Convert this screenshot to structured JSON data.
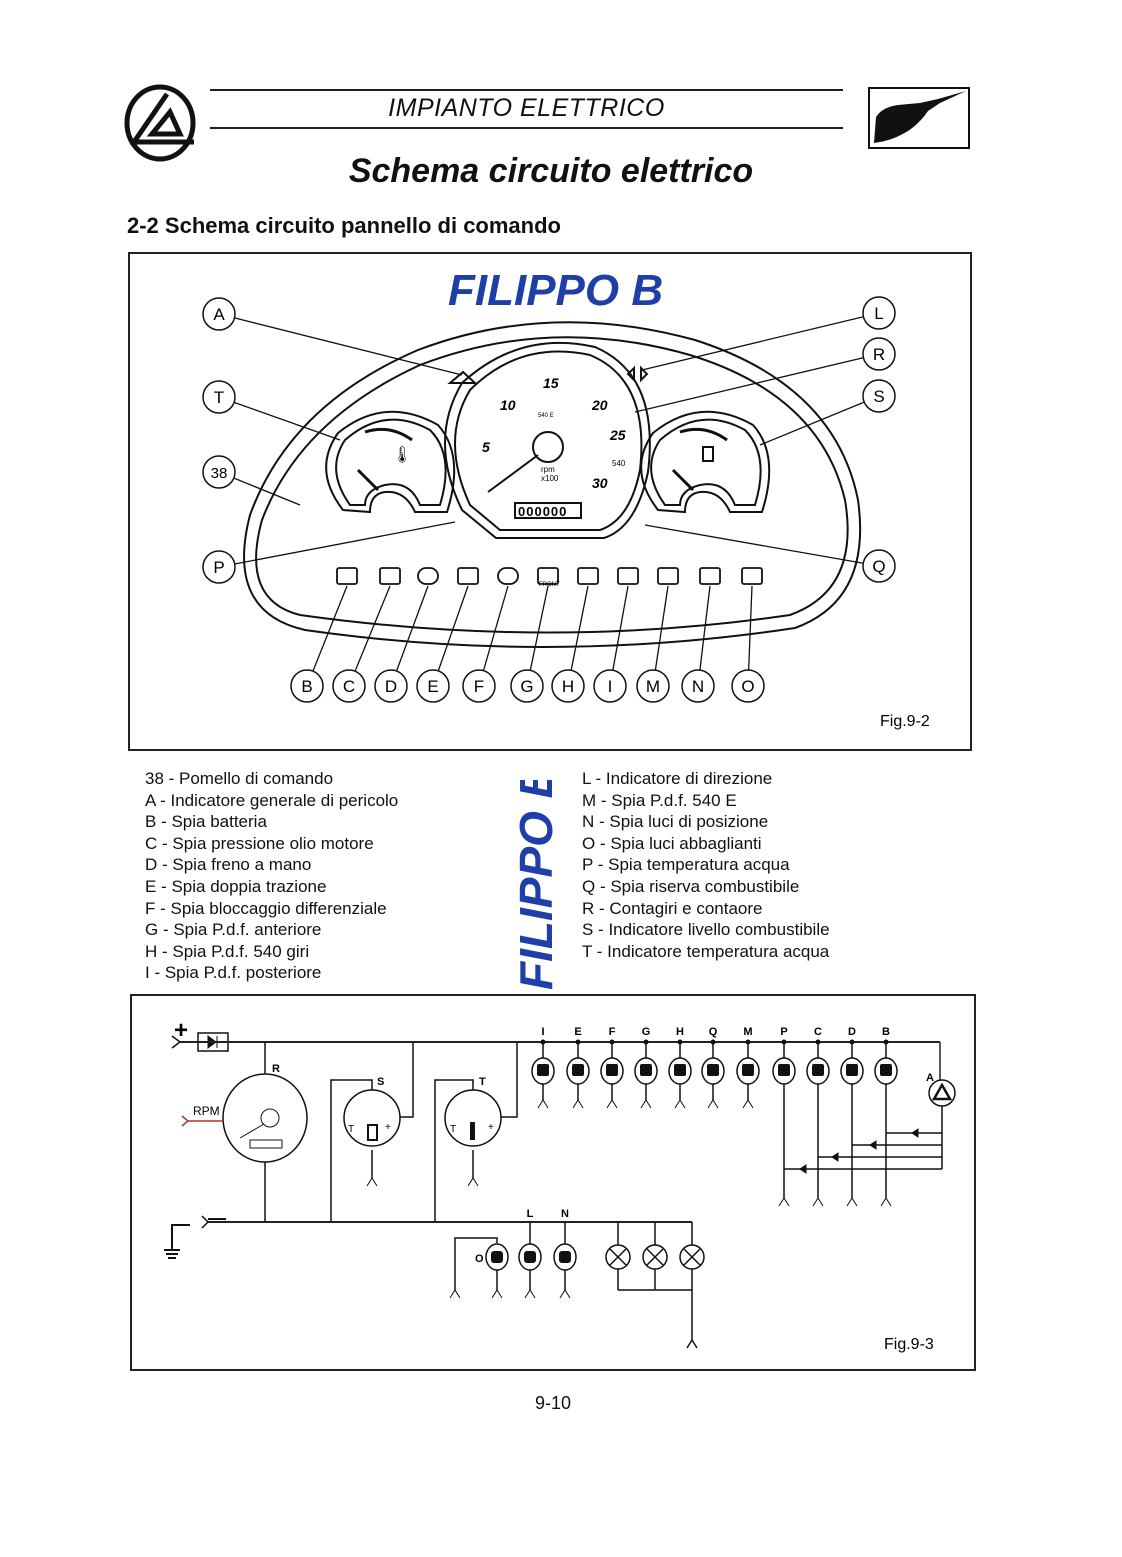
{
  "header": {
    "section": "IMPIANTO ELETTRICO",
    "title": "Schema circuito elettrico",
    "subtitle": "2-2 Schema circuito pannello di comando",
    "logo_icon": "brand-logo-icon",
    "hand_icon": "hand-pointer-icon"
  },
  "handwriting": {
    "text": "FILIPPO B",
    "color": "#1f3fa8"
  },
  "fig1": {
    "caption": "Fig.9-2",
    "callouts_left": [
      "A",
      "T",
      "38",
      "P"
    ],
    "callouts_right": [
      "L",
      "R",
      "S",
      "Q"
    ],
    "callouts_bottom": [
      "B",
      "C",
      "D",
      "E",
      "F",
      "G",
      "H",
      "I",
      "M",
      "N",
      "O"
    ],
    "tacho_ticks": [
      "5",
      "10",
      "15",
      "20",
      "25",
      "30"
    ],
    "tacho_unit": "rpm",
    "tacho_scale": "x100",
    "odometer": "000000",
    "pto_labels": [
      "540 E",
      "540",
      "FRONT"
    ]
  },
  "legend": {
    "left": [
      "38 - Pomello di comando",
      " A - Indicatore generale di pericolo",
      " B - Spia batteria",
      " C - Spia pressione olio motore",
      " D - Spia freno a mano",
      " E - Spia doppia trazione",
      " F - Spia bloccaggio differenziale",
      " G - Spia P.d.f. anteriore",
      " H - Spia P.d.f. 540 giri",
      "  I  - Spia P.d.f. posteriore"
    ],
    "right": [
      "L  - Indicatore di direzione",
      "M - Spia P.d.f. 540 E",
      "N  - Spia luci di posizione",
      "O  - Spia luci abbaglianti",
      "P  - Spia temperatura acqua",
      "Q  - Spia riserva combustibile",
      "R  - Contagiri e contaore",
      "S  - Indicatore livello combustibile",
      "T  - Indicatore temperatura acqua"
    ]
  },
  "fig2": {
    "caption": "Fig.9-3",
    "plus": "+",
    "minus": "—",
    "rpm": "RPM",
    "top_lamps": [
      "I",
      "E",
      "F",
      "G",
      "H",
      "Q",
      "M",
      "P",
      "C",
      "D",
      "B"
    ],
    "gauge_labels": [
      "R",
      "S",
      "T"
    ],
    "bottom_labels": [
      "L",
      "N",
      "O"
    ],
    "warning_label": "A",
    "gauge_pins": [
      "-",
      "T",
      "+"
    ]
  },
  "page_number": "9-10"
}
